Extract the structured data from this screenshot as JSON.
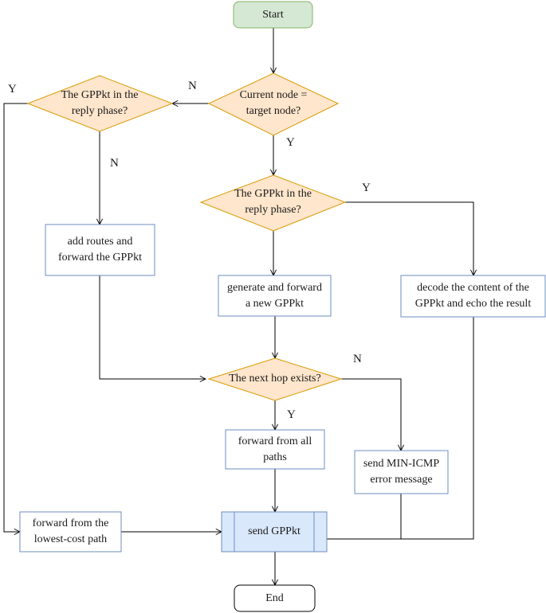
{
  "colors": {
    "start_fill": "#d5e8d4",
    "start_stroke": "#82b366",
    "decision_fill": "#ffe6cc",
    "decision_stroke": "#d79b00",
    "process_stroke": "#6c8ebf",
    "subprocess_fill": "#dae8fc",
    "end_stroke": "#000000",
    "line": "#000000"
  },
  "nodes": {
    "start": "Start",
    "d_current": "Current node =\ntarget node?",
    "d_reply_left": "The GPPkt in the\nreply phase?",
    "d_reply_mid": "The GPPkt in the\nreply phase?",
    "p_add_routes": "add routes and\nforward the GPPkt",
    "p_generate": "generate and forward\na new GPPkt",
    "p_decode": "decode the content of the\nGPPkt and echo the result",
    "d_next_hop": "The next hop exists?",
    "p_forward_all": "forward from all\npaths",
    "p_icmp": "send MIN-ICMP\nerror message",
    "p_lowest_cost": "forward from the\nlowest-cost path",
    "s_send": "send GPPkt",
    "end": "End"
  },
  "edge_labels": {
    "current_no": "N",
    "current_yes": "Y",
    "left_yes": "Y",
    "left_no": "N",
    "mid_yes": "Y",
    "next_no": "N",
    "next_yes": "Y"
  }
}
